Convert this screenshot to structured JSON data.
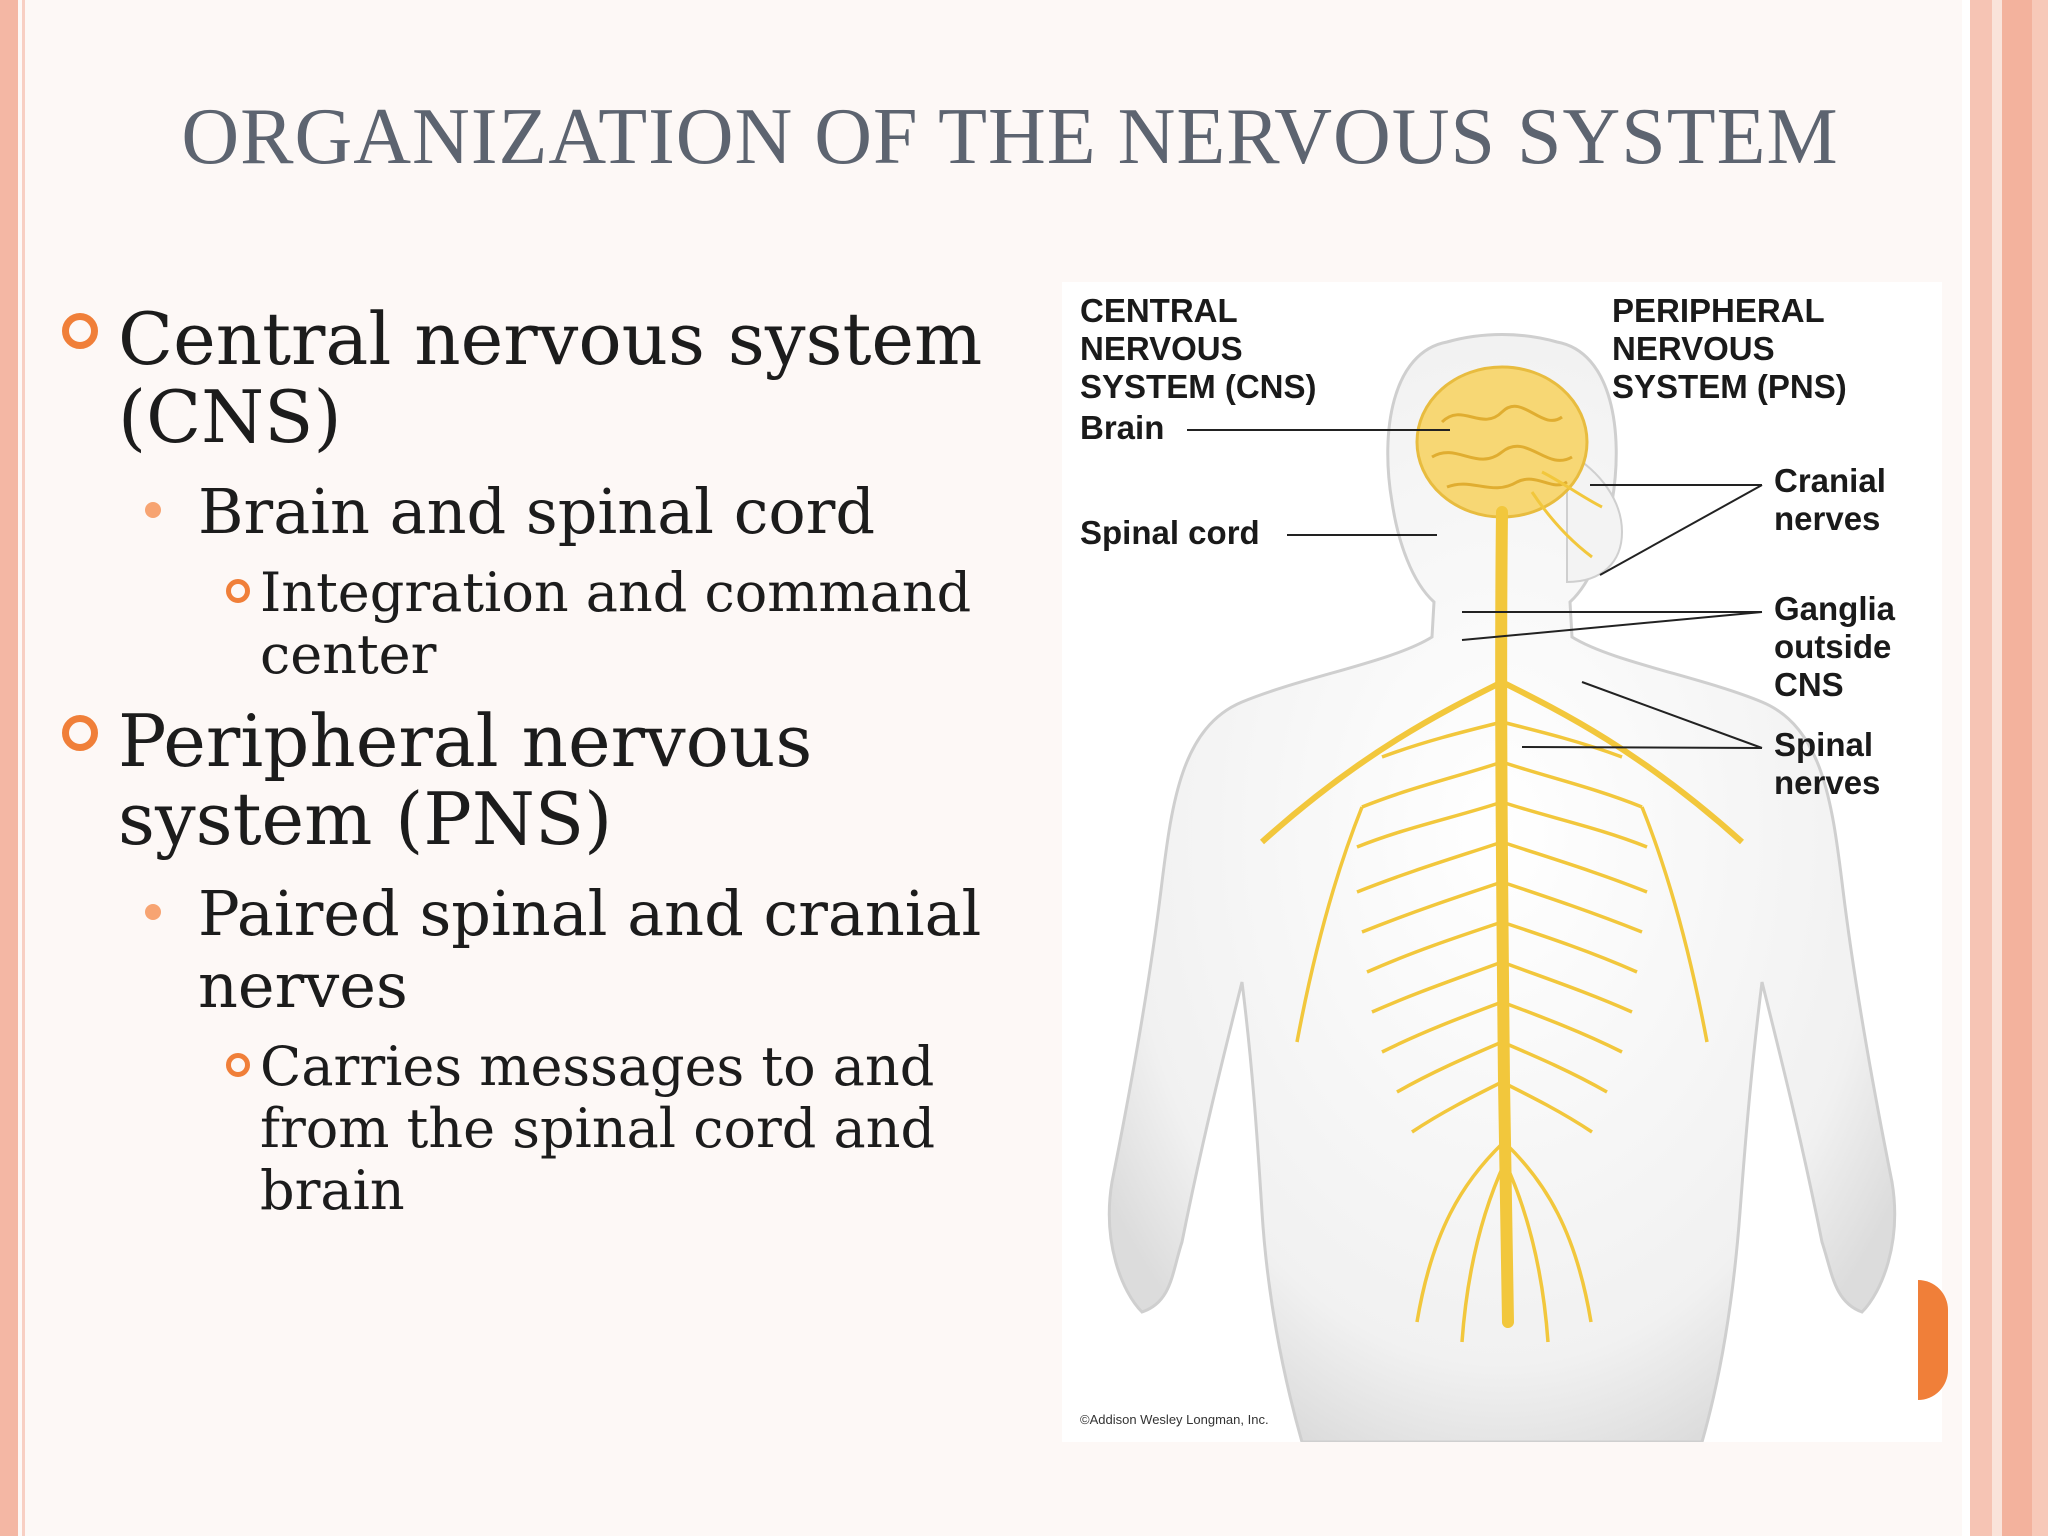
{
  "slide": {
    "title": "ORGANIZATION OF THE NERVOUS SYSTEM",
    "colors": {
      "accent": "#f07f39",
      "title": "#5d6470",
      "nerve": "#f2c73c",
      "frame": "#f4b7a4"
    }
  },
  "bullets": [
    {
      "level": 1,
      "text": "Central nervous system (CNS)"
    },
    {
      "level": 2,
      "text": "Brain and spinal cord"
    },
    {
      "level": 3,
      "text": "Integration and command center"
    },
    {
      "level": 1,
      "text": "Peripheral nervous system (PNS)"
    },
    {
      "level": 2,
      "text": "Paired spinal and cranial nerves"
    },
    {
      "level": 3,
      "text": "Carries messages to and from the spinal cord and brain"
    }
  ],
  "figure": {
    "heading_cns": [
      "CENTRAL",
      "NERVOUS",
      "SYSTEM (CNS)"
    ],
    "heading_pns": [
      "PERIPHERAL",
      "NERVOUS",
      "SYSTEM (PNS)"
    ],
    "labels": {
      "brain": "Brain",
      "spinal_cord": "Spinal cord",
      "cranial_nerves": [
        "Cranial",
        "nerves"
      ],
      "ganglia": [
        "Ganglia",
        "outside",
        "CNS"
      ],
      "spinal_nerves": [
        "Spinal",
        "nerves"
      ]
    },
    "credit": "©Addison Wesley Longman, Inc."
  }
}
